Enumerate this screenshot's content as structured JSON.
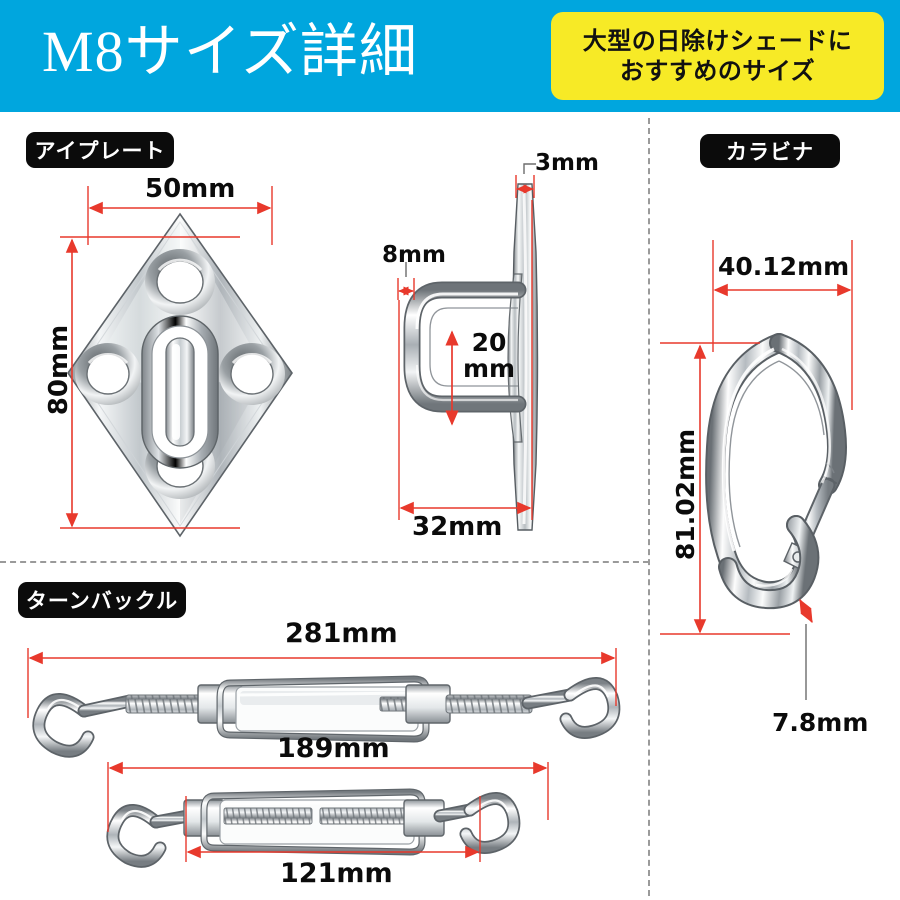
{
  "header": {
    "title": "M8サイズ詳細",
    "badge_lines": [
      "大型の日除けシェードに",
      "おすすめのサイズ"
    ],
    "bg_color": "#00a6de",
    "badge_color": "#f7ea26",
    "title_color": "#ffffff"
  },
  "accent": {
    "dimension_line_color": "#e8392c",
    "divider_color": "#9a9a9a",
    "tag_bg": "#0b0b0b",
    "tag_text": "#ffffff"
  },
  "sections": {
    "eye_plate": {
      "tag": "アイプレート",
      "front_view": {
        "width_label": "50mm",
        "height_label": "80mm"
      },
      "side_view": {
        "thickness_label": "3mm",
        "wire_label": "8mm",
        "inner_height_label_line1": "20",
        "inner_height_label_line2": "mm",
        "depth_label": "32mm"
      }
    },
    "carabiner": {
      "tag": "カラビナ",
      "width_label": "40.12mm",
      "height_label": "81.02mm",
      "wire_label": "7.8mm"
    },
    "turnbuckle": {
      "tag": "ターンバックル",
      "extended_total_label": "281mm",
      "retracted_total_label": "189mm",
      "body_label": "121mm"
    }
  },
  "chart_data": {
    "type": "table",
    "title": "M8サイズ詳細",
    "categories": [
      "アイプレート",
      "カラビナ",
      "ターンバックル"
    ],
    "series": [
      {
        "name": "アイプレート",
        "measurements": [
          {
            "label": "50mm",
            "value": 50,
            "unit": "mm",
            "describes": "plate width"
          },
          {
            "label": "80mm",
            "value": 80,
            "unit": "mm",
            "describes": "plate height"
          },
          {
            "label": "3mm",
            "value": 3,
            "unit": "mm",
            "describes": "plate thickness"
          },
          {
            "label": "8mm",
            "value": 8,
            "unit": "mm",
            "describes": "wire loop diameter"
          },
          {
            "label": "20mm",
            "value": 20,
            "unit": "mm",
            "describes": "loop inner height"
          },
          {
            "label": "32mm",
            "value": 32,
            "unit": "mm",
            "describes": "total depth"
          }
        ]
      },
      {
        "name": "カラビナ",
        "measurements": [
          {
            "label": "40.12mm",
            "value": 40.12,
            "unit": "mm",
            "describes": "overall width"
          },
          {
            "label": "81.02mm",
            "value": 81.02,
            "unit": "mm",
            "describes": "overall height"
          },
          {
            "label": "7.8mm",
            "value": 7.8,
            "unit": "mm",
            "describes": "wire thickness"
          }
        ]
      },
      {
        "name": "ターンバックル",
        "measurements": [
          {
            "label": "281mm",
            "value": 281,
            "unit": "mm",
            "describes": "extended overall length"
          },
          {
            "label": "189mm",
            "value": 189,
            "unit": "mm",
            "describes": "retracted overall length"
          },
          {
            "label": "121mm",
            "value": 121,
            "unit": "mm",
            "describes": "body frame length"
          }
        ]
      }
    ]
  }
}
